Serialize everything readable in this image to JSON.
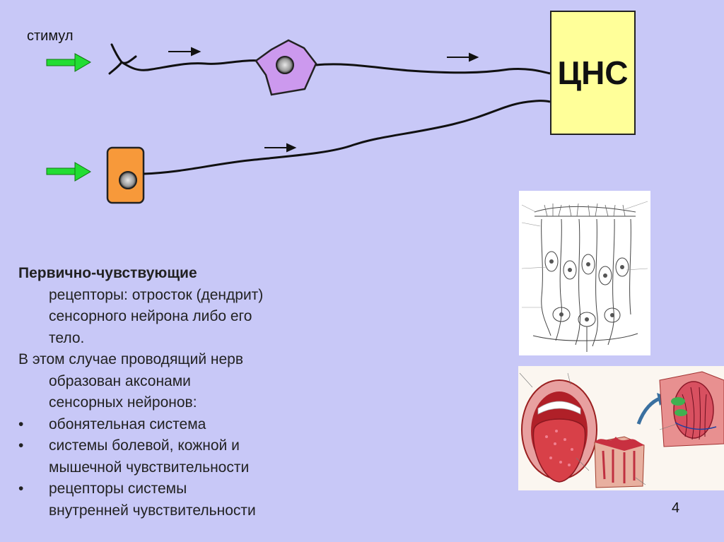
{
  "diagram": {
    "stimulus_label": "стимул",
    "cns_label": "ЦНС",
    "colors": {
      "background": "#c8c8f7",
      "arrow_green": "#22dd33",
      "neuron_body": "#cc99ee",
      "receptor_cell": "#f7993a",
      "cns_box": "#ffff99"
    }
  },
  "text": {
    "heading": "Первично-чувствующие",
    "line1": "рецепторы: отросток (дендрит)",
    "line2": "сенсорного нейрона либо его",
    "line3": "тело.",
    "p2_line1": "В этом случае проводящий нерв",
    "p2_line2": "образован аксонами",
    "p2_line3": "сенсорных нейронов:",
    "bullet_marker": "•",
    "bullet1": "обонятельная система",
    "bullet2_line1": "системы болевой, кожной и",
    "bullet2_line2": "мышечной чувствительности",
    "bullet3_line1": "рецепторы системы",
    "bullet3_line2": "внутренней чувствительности"
  },
  "page_number": "4"
}
